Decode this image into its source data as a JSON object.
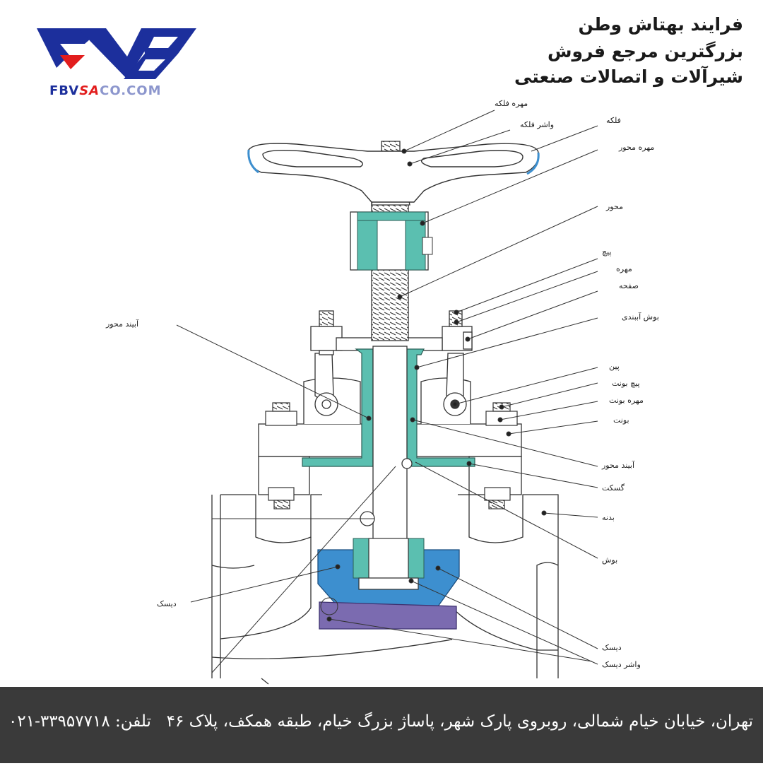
{
  "header": {
    "line1": "فرایند بهتاش وطن",
    "line2": "بزرگترین مرجع فروش",
    "line3": "شیرآلات و اتصالات صنعتی"
  },
  "logo": {
    "text_main": "FBV",
    "text_accent": "SA",
    "text_faded": "CO.COM",
    "colors": {
      "blue": "#1c2f9c",
      "red": "#e21d1d"
    }
  },
  "labels": {
    "handwheel_nut": "مهره فلکه",
    "handwheel_washer": "واشر فلکه",
    "handwheel": "فلکه",
    "stem_nut": "مهره محور",
    "stem": "محور",
    "screw": "پیچ",
    "nut": "مهره",
    "plate": "صفحه",
    "packing_bush": "بوش آببندی",
    "pin": "پین",
    "bonnet_bolt": "پیچ بونت",
    "bonnet_nut": "مهره بونت",
    "bonnet": "بونت",
    "stem_packing_right": "آبیند محور",
    "gasket": "گسکت",
    "body": "بدنه",
    "bush": "بوش",
    "disc_right": "دیسک",
    "disc_washer": "واشر دیسک",
    "stem_packing_left": "آبیند محور",
    "disc_left": "دیسک"
  },
  "footer": {
    "address": "تهران، خیابان خیام شمالی، روبروی پارک شهر، پاساژ بزرگ خیام، طبقه همکف، پلاک ۴۶",
    "phone": "تلفن: ۳۳۹۵۷۷۱۸-۰۲۱"
  },
  "colors": {
    "teal": "#5bbfb0",
    "blue_disc": "#3d8fcf",
    "purple_seat": "#7b6bb0",
    "footer_bg": "#3a3a3a"
  }
}
